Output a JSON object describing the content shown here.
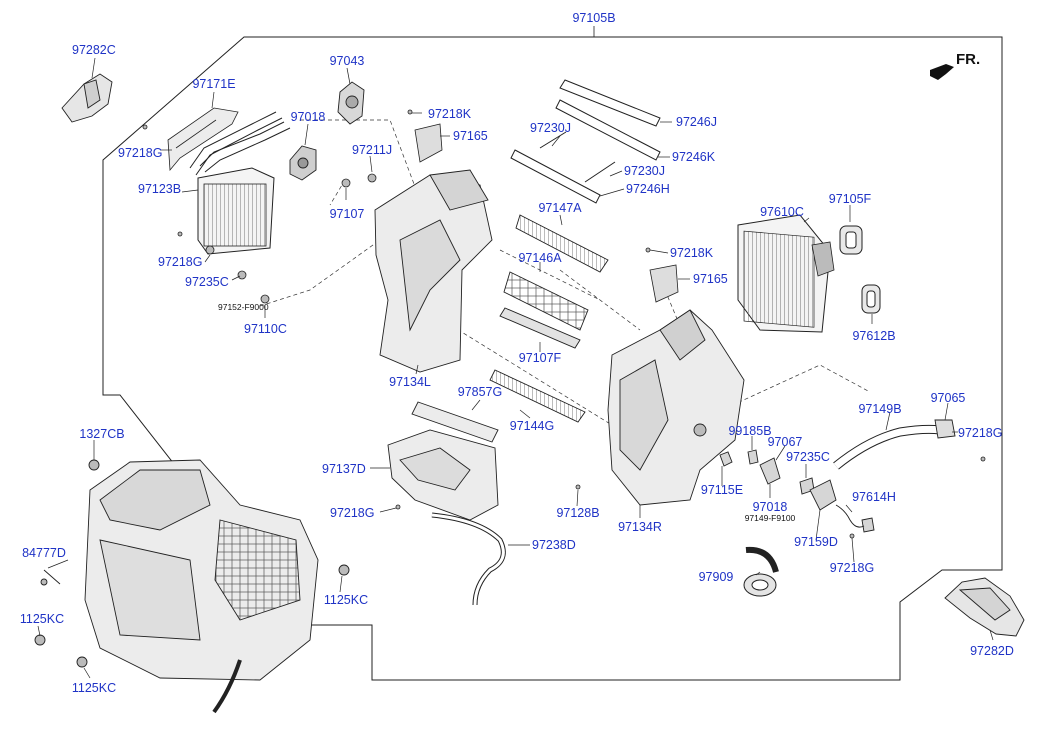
{
  "diagram": {
    "main_assembly": "97105B",
    "direction_marker": "FR.",
    "parts": [
      {
        "id": "p-97282C",
        "text": "97282C"
      },
      {
        "id": "p-97171E",
        "text": "97171E"
      },
      {
        "id": "p-97218G-a",
        "text": "97218G"
      },
      {
        "id": "p-97123B",
        "text": "97123B"
      },
      {
        "id": "p-97043",
        "text": "97043"
      },
      {
        "id": "p-97018-a",
        "text": "97018"
      },
      {
        "id": "p-97211J",
        "text": "97211J"
      },
      {
        "id": "p-97107",
        "text": "97107"
      },
      {
        "id": "p-97218K-a",
        "text": "97218K"
      },
      {
        "id": "p-97165-a",
        "text": "97165"
      },
      {
        "id": "p-97218G-b",
        "text": "97218G"
      },
      {
        "id": "p-97235C-a",
        "text": "97235C"
      },
      {
        "id": "p-97152",
        "text": "97152-F9000"
      },
      {
        "id": "p-97110C",
        "text": "97110C"
      },
      {
        "id": "p-97134L",
        "text": "97134L"
      },
      {
        "id": "p-97230J-a",
        "text": "97230J"
      },
      {
        "id": "p-97246J",
        "text": "97246J"
      },
      {
        "id": "p-97246K",
        "text": "97246K"
      },
      {
        "id": "p-97230J-b",
        "text": "97230J"
      },
      {
        "id": "p-97246H",
        "text": "97246H"
      },
      {
        "id": "p-97147A",
        "text": "97147A"
      },
      {
        "id": "p-97146A",
        "text": "97146A"
      },
      {
        "id": "p-97107F",
        "text": "97107F"
      },
      {
        "id": "p-97857G",
        "text": "97857G"
      },
      {
        "id": "p-97144G",
        "text": "97144G"
      },
      {
        "id": "p-97137D",
        "text": "97137D"
      },
      {
        "id": "p-97218G-c",
        "text": "97218G"
      },
      {
        "id": "p-97238D",
        "text": "97238D"
      },
      {
        "id": "p-97610C",
        "text": "97610C"
      },
      {
        "id": "p-97105F",
        "text": "97105F"
      },
      {
        "id": "p-97612B",
        "text": "97612B"
      },
      {
        "id": "p-97218K-b",
        "text": "97218K"
      },
      {
        "id": "p-97165-b",
        "text": "97165"
      },
      {
        "id": "p-97128B",
        "text": "97128B"
      },
      {
        "id": "p-97134R",
        "text": "97134R"
      },
      {
        "id": "p-99185B",
        "text": "99185B"
      },
      {
        "id": "p-97067",
        "text": "97067"
      },
      {
        "id": "p-97235C-b",
        "text": "97235C"
      },
      {
        "id": "p-97115E",
        "text": "97115E"
      },
      {
        "id": "p-97018-b",
        "text": "97018"
      },
      {
        "id": "p-97149",
        "text": "97149-F9100"
      },
      {
        "id": "p-97149B",
        "text": "97149B"
      },
      {
        "id": "p-97065",
        "text": "97065"
      },
      {
        "id": "p-97218G-d",
        "text": "97218G"
      },
      {
        "id": "p-97614H",
        "text": "97614H"
      },
      {
        "id": "p-97159D",
        "text": "97159D"
      },
      {
        "id": "p-97218G-e",
        "text": "97218G"
      },
      {
        "id": "p-97909",
        "text": "97909"
      },
      {
        "id": "p-97282D",
        "text": "97282D"
      },
      {
        "id": "p-1327CB",
        "text": "1327CB"
      },
      {
        "id": "p-84777D",
        "text": "84777D"
      },
      {
        "id": "p-1125KC-a",
        "text": "1125KC"
      },
      {
        "id": "p-1125KC-b",
        "text": "1125KC"
      },
      {
        "id": "p-1125KC-c",
        "text": "1125KC"
      }
    ]
  },
  "colors": {
    "label": "#1f33c6",
    "line": "#222222",
    "background": "#ffffff"
  }
}
